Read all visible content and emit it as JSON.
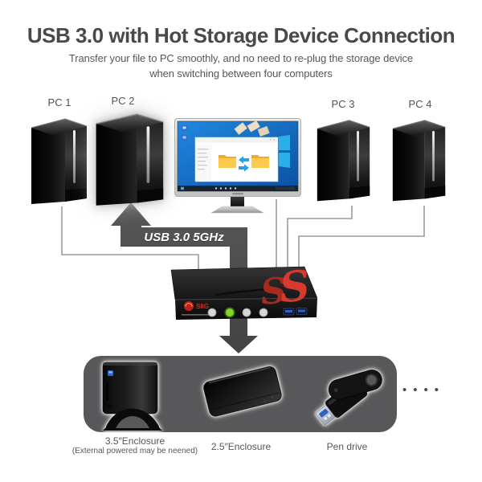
{
  "header": {
    "title": "USB 3.0 with Hot Storage Device Connection",
    "subtitle_line1": "Transfer your file to PC smoothly, and no need to re-plug the storage device",
    "subtitle_line2": "when switching between four computers"
  },
  "computers": {
    "pc1": "PC 1",
    "pc2": "PC 2",
    "pc3": "PC 3",
    "pc4": "PC 4"
  },
  "connection": {
    "bus_label": "USB 3.0 5GHz"
  },
  "kvm_switch": {
    "brand": "SIIG",
    "logo_letter": "S",
    "active_port_index": 2
  },
  "storage": {
    "enclosure_35_label": "3.5″Enclosure",
    "enclosure_35_note": "(External powered may be neened)",
    "enclosure_25_label": "2.5″Enclosure",
    "pen_drive_label": "Pen drive",
    "more_dots": "••••"
  },
  "colors": {
    "accent_red": "#d63a2e",
    "active_green": "#7ed321",
    "arrow_gray": "#4c4c4c",
    "cable_gray": "#9b9b9b",
    "panel_gray": "#58585a",
    "screen_blue": "#1173c4"
  }
}
